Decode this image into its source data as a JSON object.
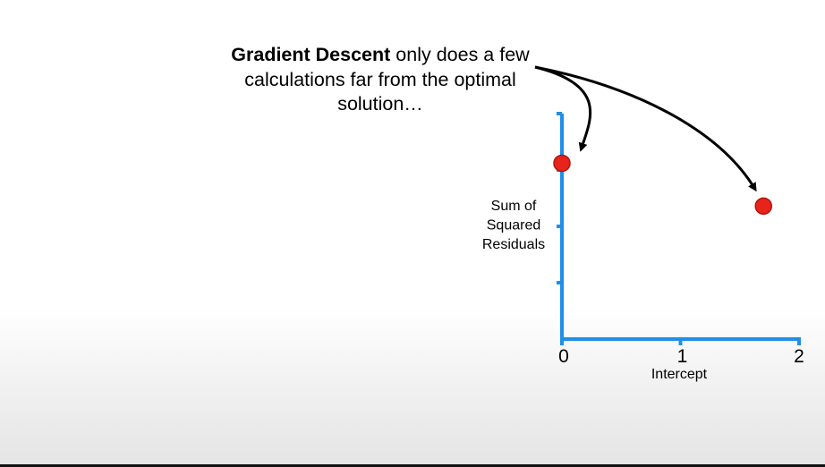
{
  "annotation": {
    "bold": "Gradient Descent",
    "rest": "only does a few calculations far from the optimal solution…"
  },
  "chart_data": {
    "type": "scatter",
    "title": "",
    "xlabel": "Intercept",
    "ylabel_lines": [
      "Sum of",
      "Squared",
      "Residuals"
    ],
    "x_ticks": [
      "0",
      "1",
      "2"
    ],
    "xlim": [
      0,
      2
    ],
    "y_ticks": 4,
    "grid": false,
    "points": [
      {
        "x": 0.0,
        "y": 0.78
      },
      {
        "x": 1.7,
        "y": 0.59
      }
    ],
    "colors": {
      "axis": "#1f8fe8",
      "point": "#e8231b",
      "point_edge": "#b01510",
      "arrow": "#000000"
    }
  }
}
